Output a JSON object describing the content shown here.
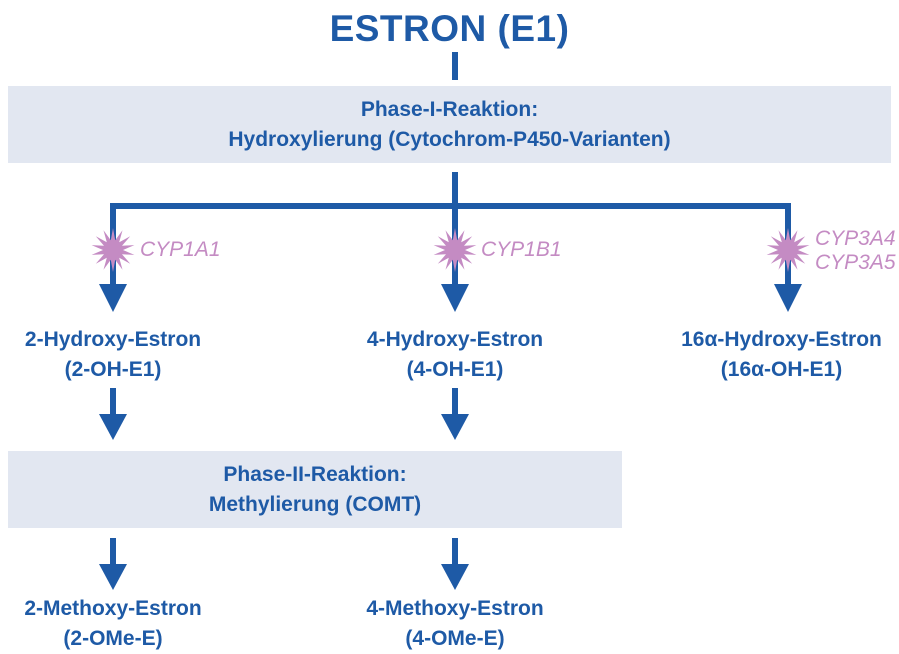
{
  "title": "ESTRON (E1)",
  "phase1": {
    "line1": "Phase-I-Reaktion:",
    "line2": "Hydroxylierung (Cytochrom-P450-Varianten)"
  },
  "phase2": {
    "line1": "Phase-II-Reaktion:",
    "line2": "Methylierung (COMT)"
  },
  "enzymes": {
    "left": "CYP1A1",
    "middle": "CYP1B1",
    "right_line1": "CYP3A4",
    "right_line2": "CYP3A5"
  },
  "hydroxy": {
    "left_name": "2-Hydroxy-Estron",
    "left_abbr": "(2-OH-E1)",
    "middle_name": "4-Hydroxy-Estron",
    "middle_abbr": "(4-OH-E1)",
    "right_name": "16α-Hydroxy-Estron",
    "right_abbr": "(16α-OH-E1)"
  },
  "methoxy": {
    "left_name": "2-Methoxy-Estron",
    "left_abbr": "(2-OMe-E)",
    "middle_name": "4-Methoxy-Estron",
    "middle_abbr": "(4-OMe-E)"
  },
  "colors": {
    "primary": "#1e5aa6",
    "box": "#e2e7f1",
    "enzyme": "#c48bc3"
  },
  "icons": {
    "enzyme_marker": "starburst-icon",
    "arrow": "down-arrow-icon"
  }
}
